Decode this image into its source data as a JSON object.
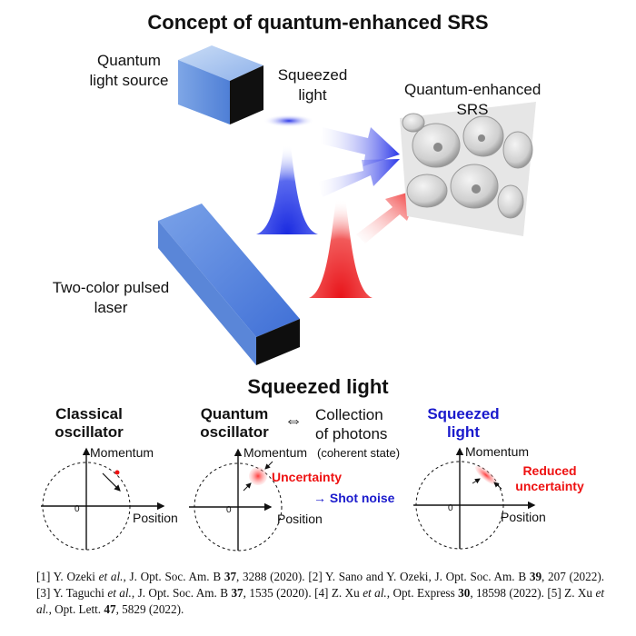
{
  "title": "Concept of quantum-enhanced SRS",
  "top": {
    "quantum_source": [
      "Quantum",
      "light source"
    ],
    "squeezed_light": [
      "Squeezed",
      "light"
    ],
    "quantum_srs": [
      "Quantum-enhanced",
      "SRS"
    ],
    "laser": [
      "Two-color pulsed",
      "laser"
    ]
  },
  "subtitle": "Squeezed light",
  "panels": {
    "classical": {
      "title": [
        "Classical",
        "oscillator"
      ],
      "y_axis": "Momentum",
      "x_axis": "Position",
      "origin": "0"
    },
    "quantum": {
      "title": [
        "Quantum",
        "oscillator"
      ],
      "equiv_symbol": "⇔",
      "collection": [
        "Collection",
        "of photons"
      ],
      "coherent": "(coherent state)",
      "y_axis": "Momentum",
      "x_axis": "Position",
      "origin": "0",
      "uncertainty": "Uncertainty",
      "shot_noise": "→ Shot noise"
    },
    "squeezed": {
      "title": [
        "Squeezed",
        "light"
      ],
      "y_axis": "Momentum",
      "x_axis": "Position",
      "origin": "0",
      "reduced": [
        "Reduced",
        "uncertainty"
      ]
    }
  },
  "references": [
    {
      "num": "[1]",
      "authors": "Y. Ozeki",
      "etal": true,
      "journal": "J. Opt. Soc. Am. B",
      "vol": "37",
      "pages": "3288 (2020)."
    },
    {
      "num": "[2]",
      "authors": "Y. Sano and Y. Ozeki",
      "etal": false,
      "journal": "J. Opt. Soc. Am. B",
      "vol": "39",
      "pages": "207 (2022)."
    },
    {
      "num": "[3]",
      "authors": "Y. Taguchi",
      "etal": true,
      "journal": "J. Opt. Soc. Am. B",
      "vol": "37",
      "pages": "1535 (2020)."
    },
    {
      "num": "[4]",
      "authors": "Z. Xu",
      "etal": true,
      "journal": "Opt. Express",
      "vol": "30",
      "pages": "18598 (2022)."
    },
    {
      "num": "[5]",
      "authors": "Z. Xu",
      "etal": true,
      "journal": "Opt. Lett.",
      "vol": "47",
      "pages": "5829 (2022)."
    }
  ],
  "colors": {
    "blue_beam": "#2a36e8",
    "red_beam": "#ee1a1a",
    "box_face": "#6f9be0",
    "accent_blue": "#1a1acc",
    "accent_red": "#ee1111"
  }
}
